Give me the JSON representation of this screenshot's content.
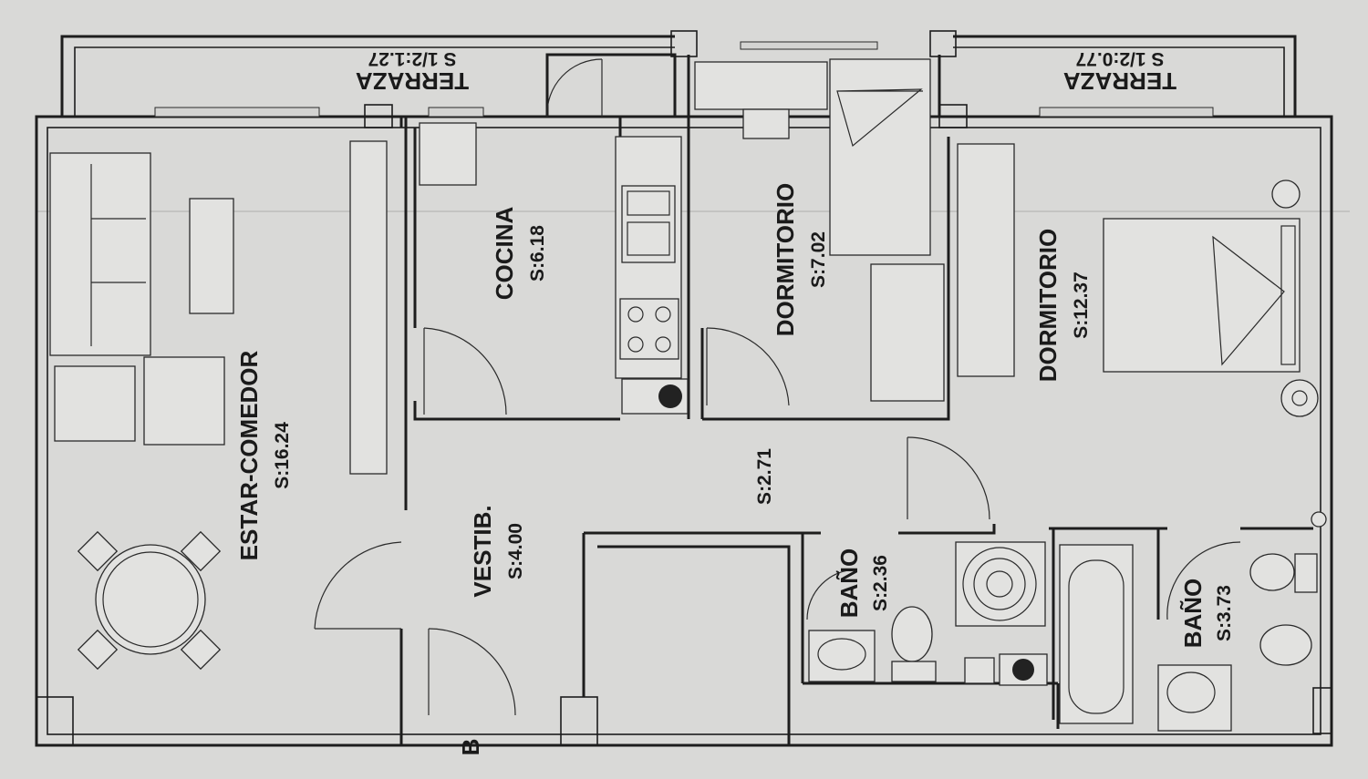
{
  "plan_id": "B",
  "rooms": [
    {
      "key": "estar",
      "name": "ESTAR-COMEDOR",
      "area": "S:16.24"
    },
    {
      "key": "vestib",
      "name": "VESTIB.",
      "area": "S:4.00"
    },
    {
      "key": "cocina",
      "name": "COCINA",
      "area": "S:6.18"
    },
    {
      "key": "dorm1",
      "name": "DORMITORIO",
      "area": "S:7.02"
    },
    {
      "key": "dorm2",
      "name": "DORMITORIO",
      "area": "S:12.37"
    },
    {
      "key": "pasillo",
      "name": "",
      "area": "S:2.71"
    },
    {
      "key": "bano1",
      "name": "BAÑO",
      "area": "S:2.36"
    },
    {
      "key": "bano2",
      "name": "BAÑO",
      "area": "S:3.73"
    }
  ],
  "terraces": [
    {
      "key": "terraza1",
      "name": "TERRAZA",
      "area": "S 1/2:1.27"
    },
    {
      "key": "terraza2",
      "name": "TERRAZA",
      "area": "S 1/2:0.77"
    }
  ],
  "colors": {
    "paper": "#d9d9d7",
    "ink": "#1d1d1d"
  }
}
